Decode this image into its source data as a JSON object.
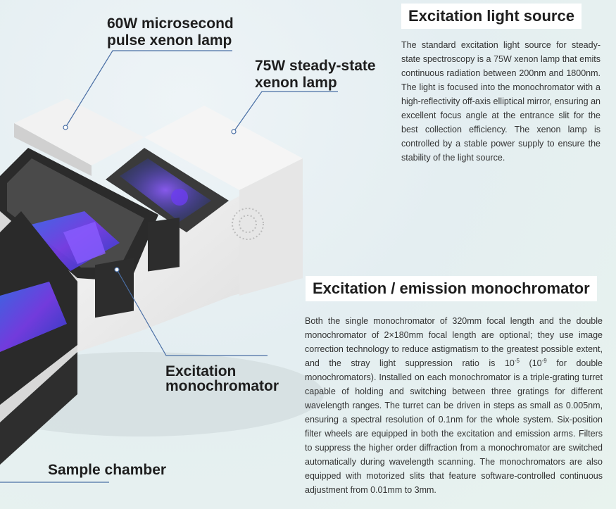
{
  "callouts": {
    "pulse_lamp_line1": "60W microsecond",
    "pulse_lamp_line2": "pulse xenon lamp",
    "steady_lamp_line1": "75W steady-state",
    "steady_lamp_line2": "xenon lamp",
    "excitation_mono_line1": "Excitation",
    "excitation_mono_line2": "monochromator",
    "sample_chamber": "Sample chamber"
  },
  "excitation_light_source": {
    "title": "Excitation light source",
    "body": "The standard excitation light source for steady-state spectroscopy is a 75W xenon lamp that emits continuous radiation between 200nm and 1800nm. The light is focused into the monochromator with a high-reflectivity off-axis elliptical mirror, ensuring an excellent focus angle at the entrance slit for the best collection efficiency. The xenon lamp is controlled by a stable power supply to ensure the stability of the light source."
  },
  "monochromator": {
    "title": "Excitation / emission monochromator",
    "body_before": "Both the single monochromator of 320mm focal length and the double monochromator of 2×180mm focal length are optional; they use image correction technology to reduce astigmatism to the greatest possible extent, and the stray light suppression ratio is 10",
    "exp1": "-5",
    "body_mid": " (10",
    "exp2": "-9",
    "body_after": " for double monochromators). Installed on each monochromator is a triple-grating turret capable of holding and switching between three gratings for different wavelength ranges. The turret can be driven in steps as small as 0.005nm, ensuring a spectral resolution of 0.1nm for the whole system. Six-position filter wheels are equipped in both the excitation and emission arms. Filters to suppress the higher order diffraction from a monochromator are switched automatically during wavelength scanning. The monochromators are also equipped with motorized slits that feature software-controlled continuous adjustment from 0.01mm to 3mm."
  },
  "colors": {
    "leader_line": "#4a6fa5",
    "lamp_glow": "#6b3cf0"
  }
}
